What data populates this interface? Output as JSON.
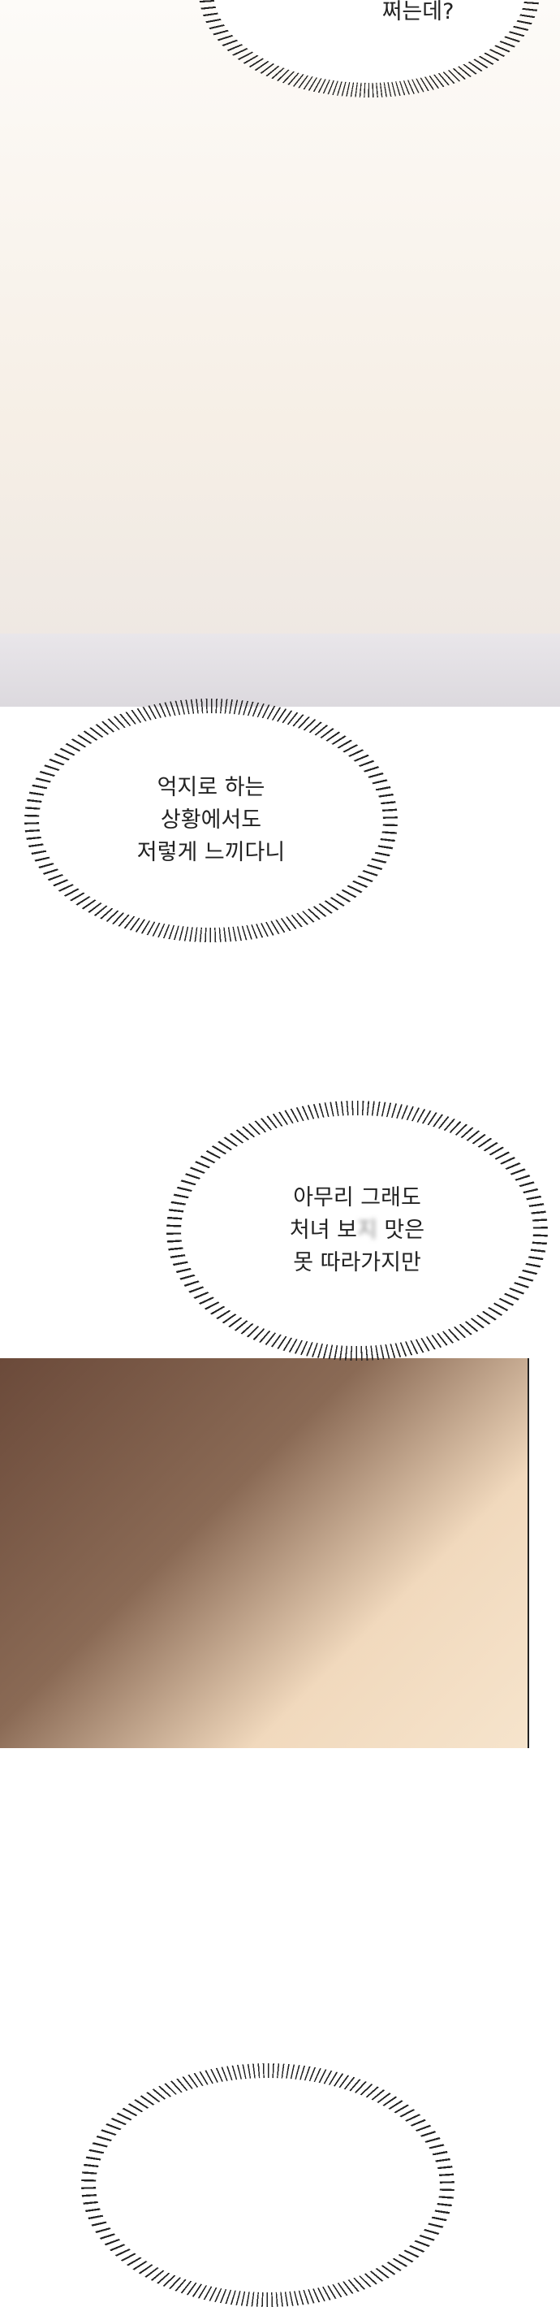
{
  "bubbles": {
    "top": {
      "lines": [
        "쩌는데?"
      ]
    },
    "middle": {
      "lines": [
        "억지로 하는",
        "상황에서도",
        "저렇게 느끼다니"
      ]
    },
    "lower": {
      "line1": "아무리 그래도",
      "line2_a": "처녀 보",
      "line2_censored": "지",
      "line2_b": " 맛은",
      "line3": "못 따라가지만"
    }
  }
}
